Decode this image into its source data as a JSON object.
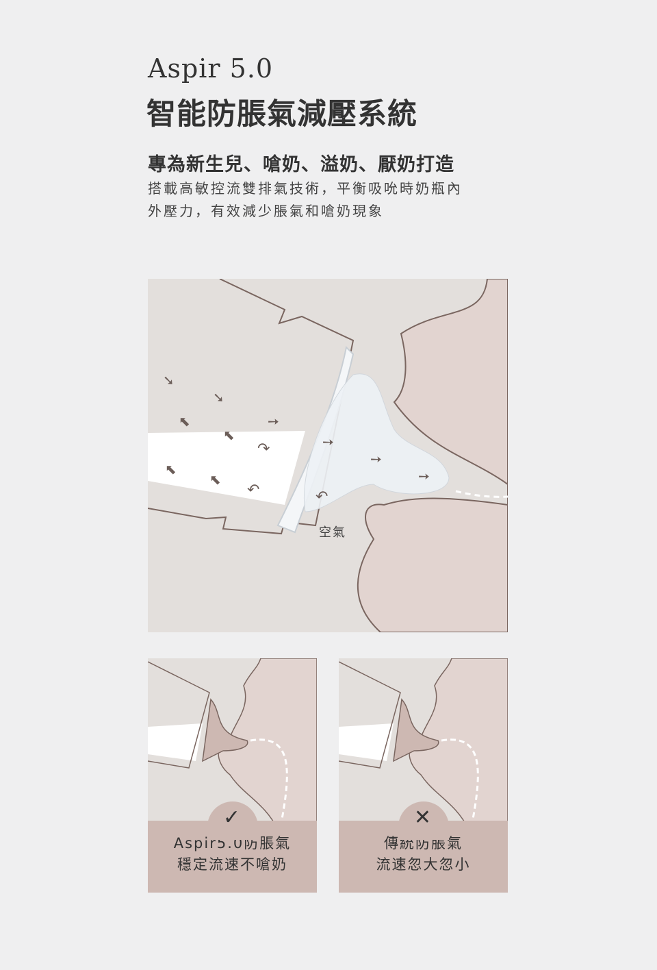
{
  "header": {
    "title_en": "Aspir 5.0",
    "title_zh": "智能防脹氣減壓系統"
  },
  "subtitle": "專為新生兒、嗆奶、溢奶、厭奶打造",
  "description": [
    "搭載高敏控流雙排氣技術，平衡吸吮時奶瓶內",
    "外壓力，有效減少脹氣和嗆奶現象"
  ],
  "illustration": {
    "air_label": "空氣"
  },
  "panels": [
    {
      "icon": "check-icon",
      "symbol": "✓",
      "lines": [
        "Aspir5.0防脹氣",
        "穩定流速不嗆奶"
      ]
    },
    {
      "icon": "x-icon",
      "symbol": "✕",
      "lines": [
        "傳統防脹氣",
        "流速忽大忽小"
      ]
    }
  ],
  "colors": {
    "background": "#efeff0",
    "panel_bg": "#e3dfdc",
    "face": "#e2d4d0",
    "caption": "#cdb8b2",
    "line": "#7a6660"
  }
}
